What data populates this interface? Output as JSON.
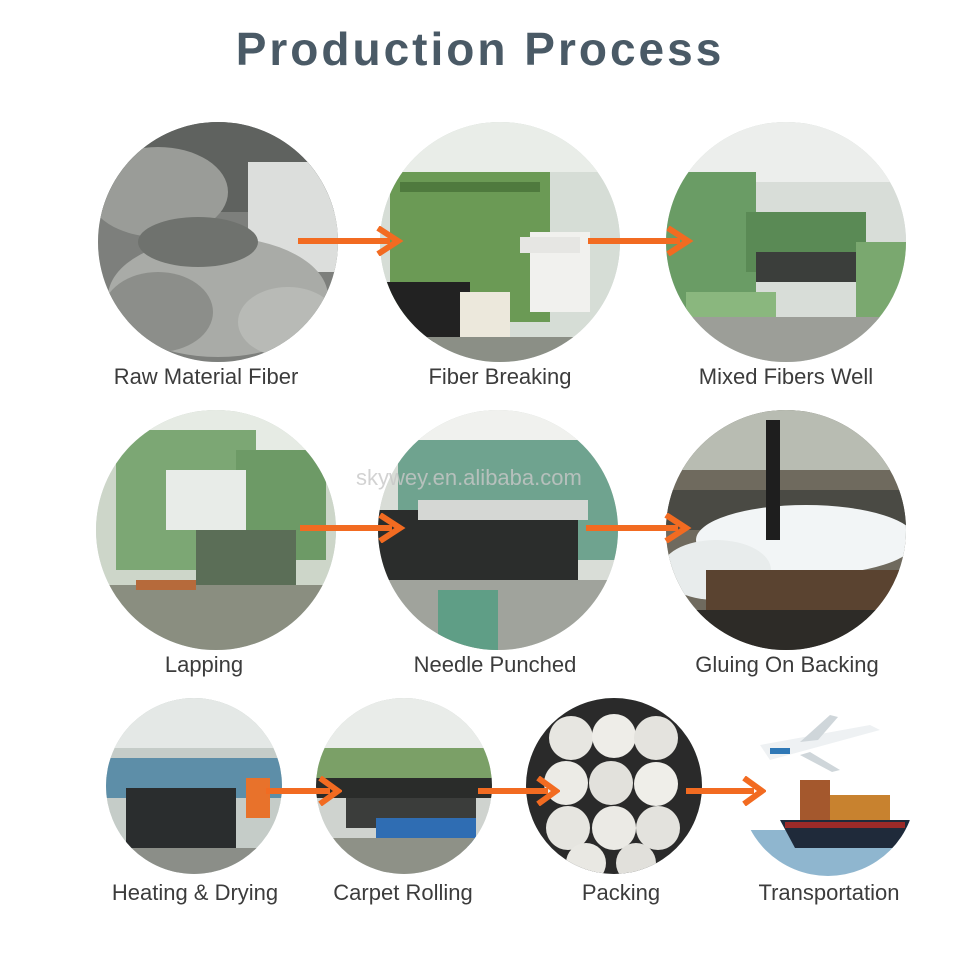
{
  "title": "Production Process",
  "watermark": "skywey.en.alibaba.com",
  "colors": {
    "title": "#4a5a66",
    "arrow": "#f26b21",
    "label": "#3c3c3c"
  },
  "steps": [
    {
      "label": "Raw Material Fiber",
      "icon": "raw-fiber-photo"
    },
    {
      "label": "Fiber Breaking",
      "icon": "fiber-breaking-photo"
    },
    {
      "label": "Mixed Fibers Well",
      "icon": "mixing-photo"
    },
    {
      "label": "Lapping",
      "icon": "lapping-photo"
    },
    {
      "label": "Needle Punched",
      "icon": "needle-punch-photo"
    },
    {
      "label": "Gluing On Backing",
      "icon": "gluing-photo"
    },
    {
      "label": "Heating & Drying",
      "icon": "heating-photo"
    },
    {
      "label": "Carpet Rolling",
      "icon": "rolling-photo"
    },
    {
      "label": "Packing",
      "icon": "packing-photo"
    },
    {
      "label": "Transportation",
      "icon": "transport-photo"
    }
  ]
}
